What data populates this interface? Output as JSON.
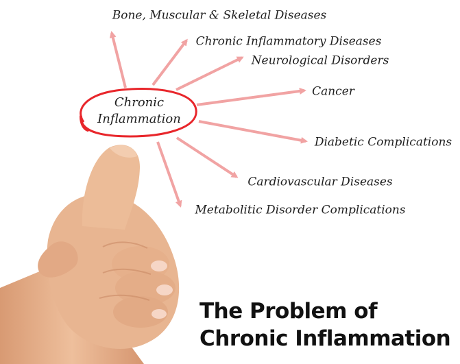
{
  "center": {
    "line1": "Chronic",
    "line2": "Inflammation"
  },
  "conditions": [
    "Bone, Muscular & Skeletal Diseases",
    "Chronic Inflammatory Diseases",
    "Neurological Disorders",
    "Cancer",
    "Diabetic Complications",
    "Cardiovascular Diseases",
    "Metabolitic Disorder Complications"
  ],
  "headline": {
    "line1": "The Problem of",
    "line2": "Chronic Inflammation"
  },
  "colors": {
    "arrow": "#f1a3a3",
    "ellipse": "#e8262b",
    "text": "#1f1f1f",
    "skin": "#e9b894"
  }
}
